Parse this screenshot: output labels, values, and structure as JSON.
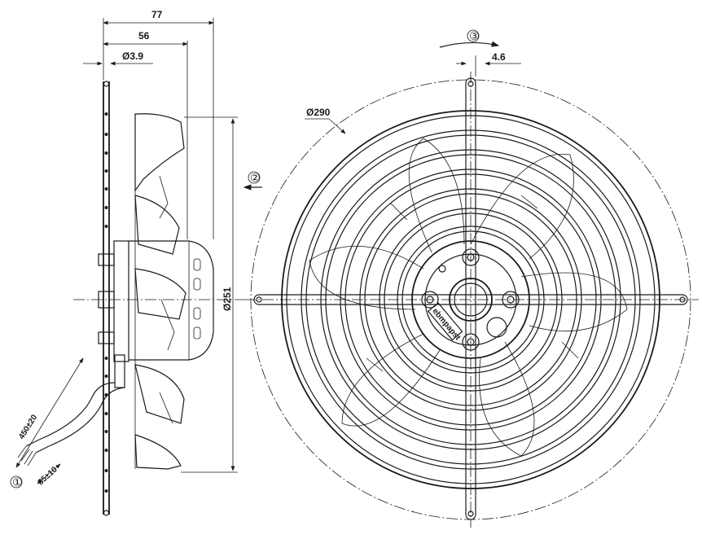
{
  "drawing": {
    "dimensions": {
      "overall_depth": "77",
      "hub_depth": "56",
      "hole_diameter": "Ø3.9",
      "guard_diameter": "Ø290",
      "impeller_diameter": "Ø251",
      "offset": "4.6",
      "cable_length": "450±20",
      "lead_length": "85±10"
    },
    "callouts": {
      "cable_exit": "①",
      "airflow_direction": "②",
      "rotation_direction": "③"
    },
    "label_text": "ebmpapst"
  }
}
